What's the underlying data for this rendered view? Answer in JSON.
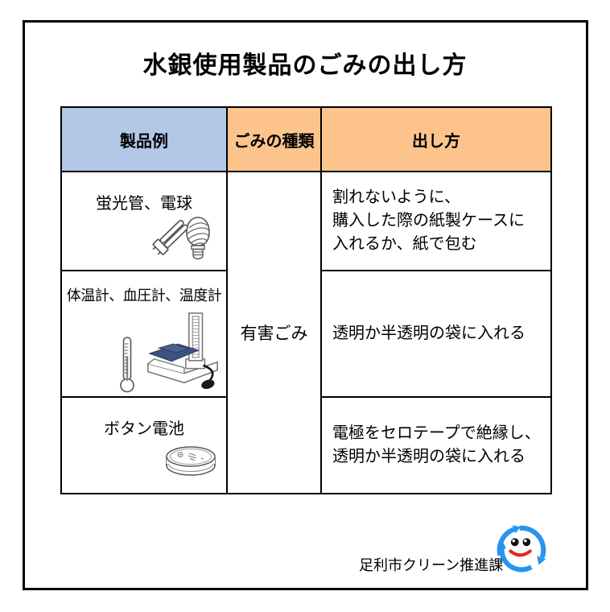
{
  "title": "水銀使用製品のごみの出し方",
  "colors": {
    "header_blue": "#b3c7e6",
    "header_orange": "#fcc48c",
    "table_border": "#000000",
    "logo_blue": "#2794ef",
    "smile_red": "#dd2c1e",
    "cuff_navy": "#3c5280"
  },
  "table": {
    "headers": [
      {
        "label": "製品例"
      },
      {
        "label": "ごみの種類"
      },
      {
        "label": "出し方"
      }
    ],
    "waste_type": "有害ごみ",
    "rows": [
      {
        "product": "蛍光管、電球",
        "icons": [
          "fluorescent-tube-icon",
          "cfl-bulb-icon"
        ],
        "instruction": "割れないように、\n購入した際の紙製ケースに\n入れるか、紙で包む"
      },
      {
        "product": "体温計、血圧計、温度計",
        "icons": [
          "thermometer-icon",
          "blood-pressure-monitor-icon"
        ],
        "instruction": "透明か半透明の袋に入れる"
      },
      {
        "product": "ボタン電池",
        "icons": [
          "button-battery-icon"
        ],
        "instruction": "電極をセロテープで絶縁し、\n透明か半透明の袋に入れる"
      }
    ]
  },
  "footer": {
    "department": "足利市クリーン推進課",
    "logo": "recycle-mascot-logo"
  }
}
